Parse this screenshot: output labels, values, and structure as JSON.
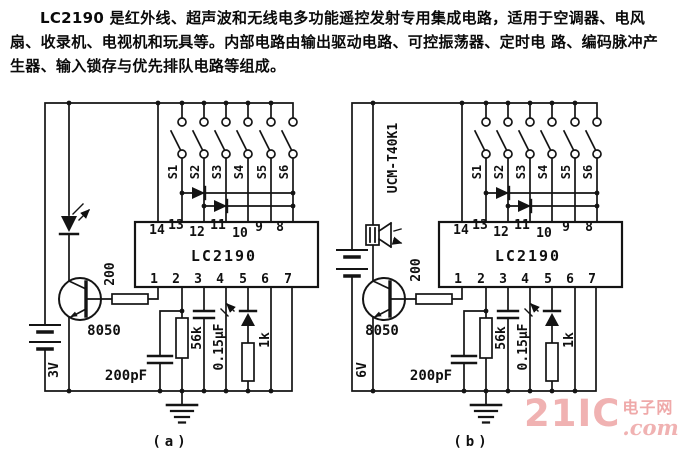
{
  "header": {
    "line1": "LC2190 是红外线、超声波和无线电多功能遥控发射专用集成电路，适用于空调器、电风",
    "line2": "扇、收录机、电视机和玩具等。内部电路由输出驱动电路、可控振荡器、定时电 路、编码脉冲产",
    "line3": "生器、输入锁存与优先排队电路等组成。"
  },
  "watermark": {
    "brand": "21IC",
    "cn": "电子网",
    "com": ".com"
  },
  "circuits": [
    {
      "caption": "(a)",
      "ic": "LC2190",
      "transistor": "8050",
      "supply": "3V",
      "base_resistor": "200",
      "osc_resistor": "56k",
      "osc_capacitor": "200pF",
      "pin3_capacitor": "0.15µF",
      "led_resistor": "1k",
      "switches": [
        "S1",
        "S2",
        "S3",
        "S4",
        "S5",
        "S6"
      ],
      "pins_top": [
        "14",
        "13",
        "12",
        "11",
        "10",
        "9",
        "8"
      ],
      "pins_bottom": [
        "1",
        "2",
        "3",
        "4",
        "5",
        "6",
        "7"
      ]
    },
    {
      "caption": "(b)",
      "ic": "LC2190",
      "transistor": "8050",
      "supply": "6V",
      "transducer": "UCM-T40K1",
      "base_resistor": "200",
      "osc_resistor": "56k",
      "osc_capacitor": "200pF",
      "pin3_capacitor": "0.15µF",
      "led_resistor": "1k",
      "switches": [
        "S1",
        "S2",
        "S3",
        "S4",
        "S5",
        "S6"
      ],
      "pins_top": [
        "14",
        "13",
        "12",
        "11",
        "10",
        "9",
        "8"
      ],
      "pins_bottom": [
        "1",
        "2",
        "3",
        "4",
        "5",
        "6",
        "7"
      ]
    }
  ]
}
